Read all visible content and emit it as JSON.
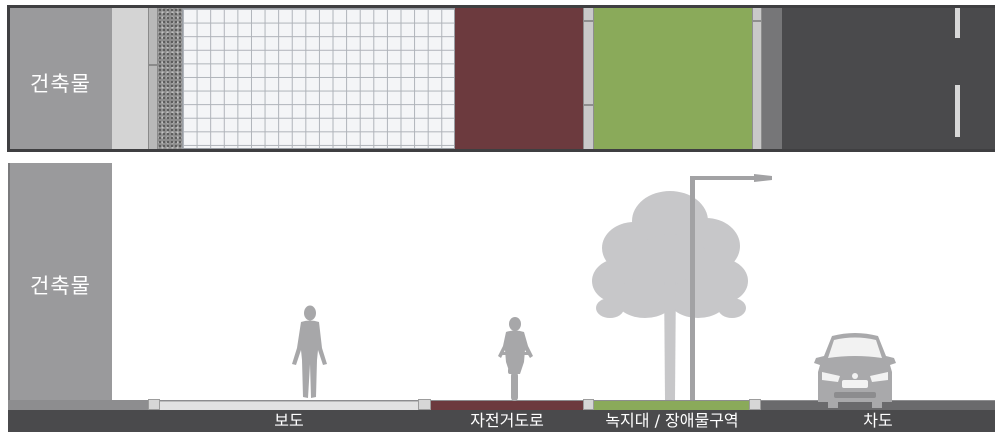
{
  "plan_view": {
    "building_label": "건축물"
  },
  "section_view": {
    "building_label": "건축물"
  },
  "zones": {
    "sidewalk": {
      "label": "보도",
      "color": "#e2e2e2"
    },
    "bike_lane": {
      "label": "자전거도로",
      "color": "#6c3a3e"
    },
    "green_zone": {
      "label": "녹지대 / 장애물구역",
      "color": "#8aaa5a"
    },
    "roadway": {
      "label": "차도",
      "color": "#4a4a4c"
    }
  },
  "colors": {
    "building": "#9a9a9c",
    "curb": "#c9c9c9",
    "frame": "#4b4b4b"
  },
  "icons": [
    "pedestrian-icon",
    "cyclist-icon",
    "tree-icon",
    "street-lamp-icon",
    "car-icon"
  ]
}
